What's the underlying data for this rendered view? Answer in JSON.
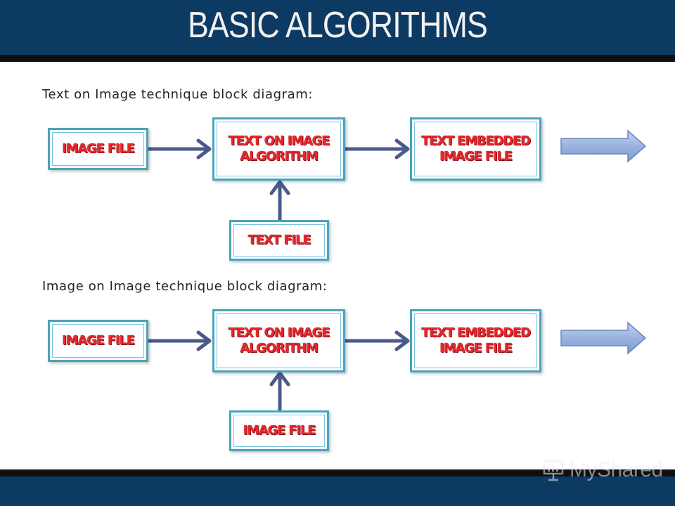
{
  "slide": {
    "title": "BASIC ALGORITHMS",
    "watermark": "MyShared"
  },
  "diagrams": [
    {
      "heading": "Text on Image technique block diagram:",
      "input_left": "IMAGE FILE",
      "process": [
        "TEXT ON IMAGE",
        "ALGORITHM"
      ],
      "output": [
        "TEXT EMBEDDED",
        "IMAGE FILE"
      ],
      "input_bottom": "TEXT FILE"
    },
    {
      "heading": "Image on Image technique block diagram:",
      "input_left": "IMAGE FILE",
      "process": [
        "TEXT ON IMAGE",
        "ALGORITHM"
      ],
      "output": [
        "TEXT EMBEDDED",
        "IMAGE FILE"
      ],
      "input_bottom": "IMAGE FILE"
    }
  ],
  "colors": {
    "header": "#0d3a63",
    "box_border": "#4aa3bf",
    "box_text": "#e8262c",
    "connector": "#4a5a8c",
    "block_arrow": "#9ab2de"
  }
}
